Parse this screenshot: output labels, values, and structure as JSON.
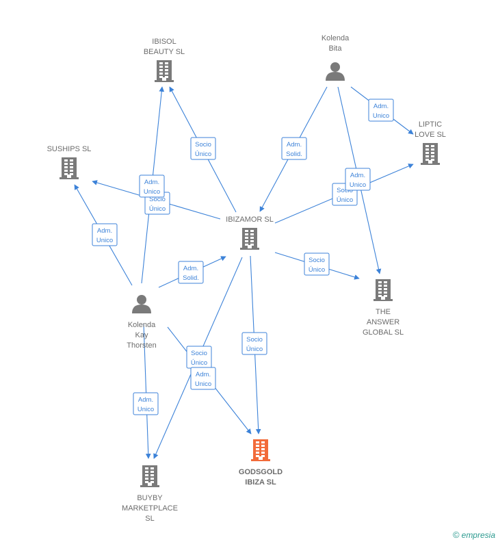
{
  "nodes": [
    {
      "id": "ibizamor",
      "lines": [
        "IBIZAMOR SL"
      ],
      "kind": "company",
      "highlight": false,
      "icon": "building-icon"
    },
    {
      "id": "ibisol",
      "lines": [
        "IBISOL",
        "BEAUTY SL"
      ],
      "kind": "company",
      "highlight": false,
      "icon": "building-icon"
    },
    {
      "id": "suships",
      "lines": [
        "SUSHIPS SL"
      ],
      "kind": "company",
      "highlight": false,
      "icon": "building-icon"
    },
    {
      "id": "kolenda_bita",
      "lines": [
        "Kolenda",
        "Bita"
      ],
      "kind": "person",
      "highlight": false,
      "icon": "person-icon"
    },
    {
      "id": "liptic",
      "lines": [
        "LIPTIC",
        "LOVE SL"
      ],
      "kind": "company",
      "highlight": false,
      "icon": "building-icon"
    },
    {
      "id": "answer",
      "lines": [
        "THE",
        "ANSWER",
        "GLOBAL SL"
      ],
      "kind": "company",
      "highlight": false,
      "icon": "building-icon"
    },
    {
      "id": "kolenda_kay",
      "lines": [
        "Kolenda",
        "Kay",
        "Thorsten"
      ],
      "kind": "person",
      "highlight": false,
      "icon": "person-icon"
    },
    {
      "id": "godsgold",
      "lines": [
        "GODSGOLD",
        "IBIZA SL"
      ],
      "kind": "company",
      "highlight": true,
      "icon": "building-icon"
    },
    {
      "id": "buyby",
      "lines": [
        "BUYBY",
        "MARKETPLACE",
        "SL"
      ],
      "kind": "company",
      "highlight": false,
      "icon": "building-icon"
    }
  ],
  "edges": [
    {
      "from": "ibizamor",
      "to": "ibisol",
      "label": [
        "Socio",
        "Único"
      ]
    },
    {
      "from": "ibizamor",
      "to": "suships",
      "label": [
        "Socio",
        "Único"
      ]
    },
    {
      "from": "ibizamor",
      "to": "liptic",
      "label": [
        "Socio",
        "Único"
      ]
    },
    {
      "from": "ibizamor",
      "to": "answer",
      "label": [
        "Socio",
        "Único"
      ]
    },
    {
      "from": "ibizamor",
      "to": "godsgold",
      "label": [
        "Socio",
        "Único"
      ]
    },
    {
      "from": "ibizamor",
      "to": "buyby",
      "label": [
        "Socio",
        "Único"
      ]
    },
    {
      "from": "kolenda_bita",
      "to": "ibizamor",
      "label": [
        "Adm.",
        "Solid."
      ]
    },
    {
      "from": "kolenda_bita",
      "to": "liptic",
      "label": [
        "Adm.",
        "Unico"
      ]
    },
    {
      "from": "kolenda_bita",
      "to": "answer",
      "label": [
        "Adm.",
        "Unico"
      ]
    },
    {
      "from": "kolenda_kay",
      "to": "ibizamor",
      "label": [
        "Adm.",
        "Solid."
      ]
    },
    {
      "from": "kolenda_kay",
      "to": "ibisol",
      "label": [
        "Adm.",
        "Unico"
      ]
    },
    {
      "from": "kolenda_kay",
      "to": "suships",
      "label": [
        "Adm.",
        "Unico"
      ]
    },
    {
      "from": "kolenda_kay",
      "to": "buyby",
      "label": [
        "Adm.",
        "Unico"
      ]
    },
    {
      "from": "kolenda_kay",
      "to": "godsgold",
      "label": [
        "Adm.",
        "Unico"
      ]
    }
  ],
  "colors": {
    "edge": "#3c82d8",
    "node": "#7a7a7a",
    "highlight": "#f26b3a",
    "label": "#6b6b6b"
  },
  "brand": {
    "symbol": "©",
    "name": "mpresia",
    "initial": "e"
  }
}
